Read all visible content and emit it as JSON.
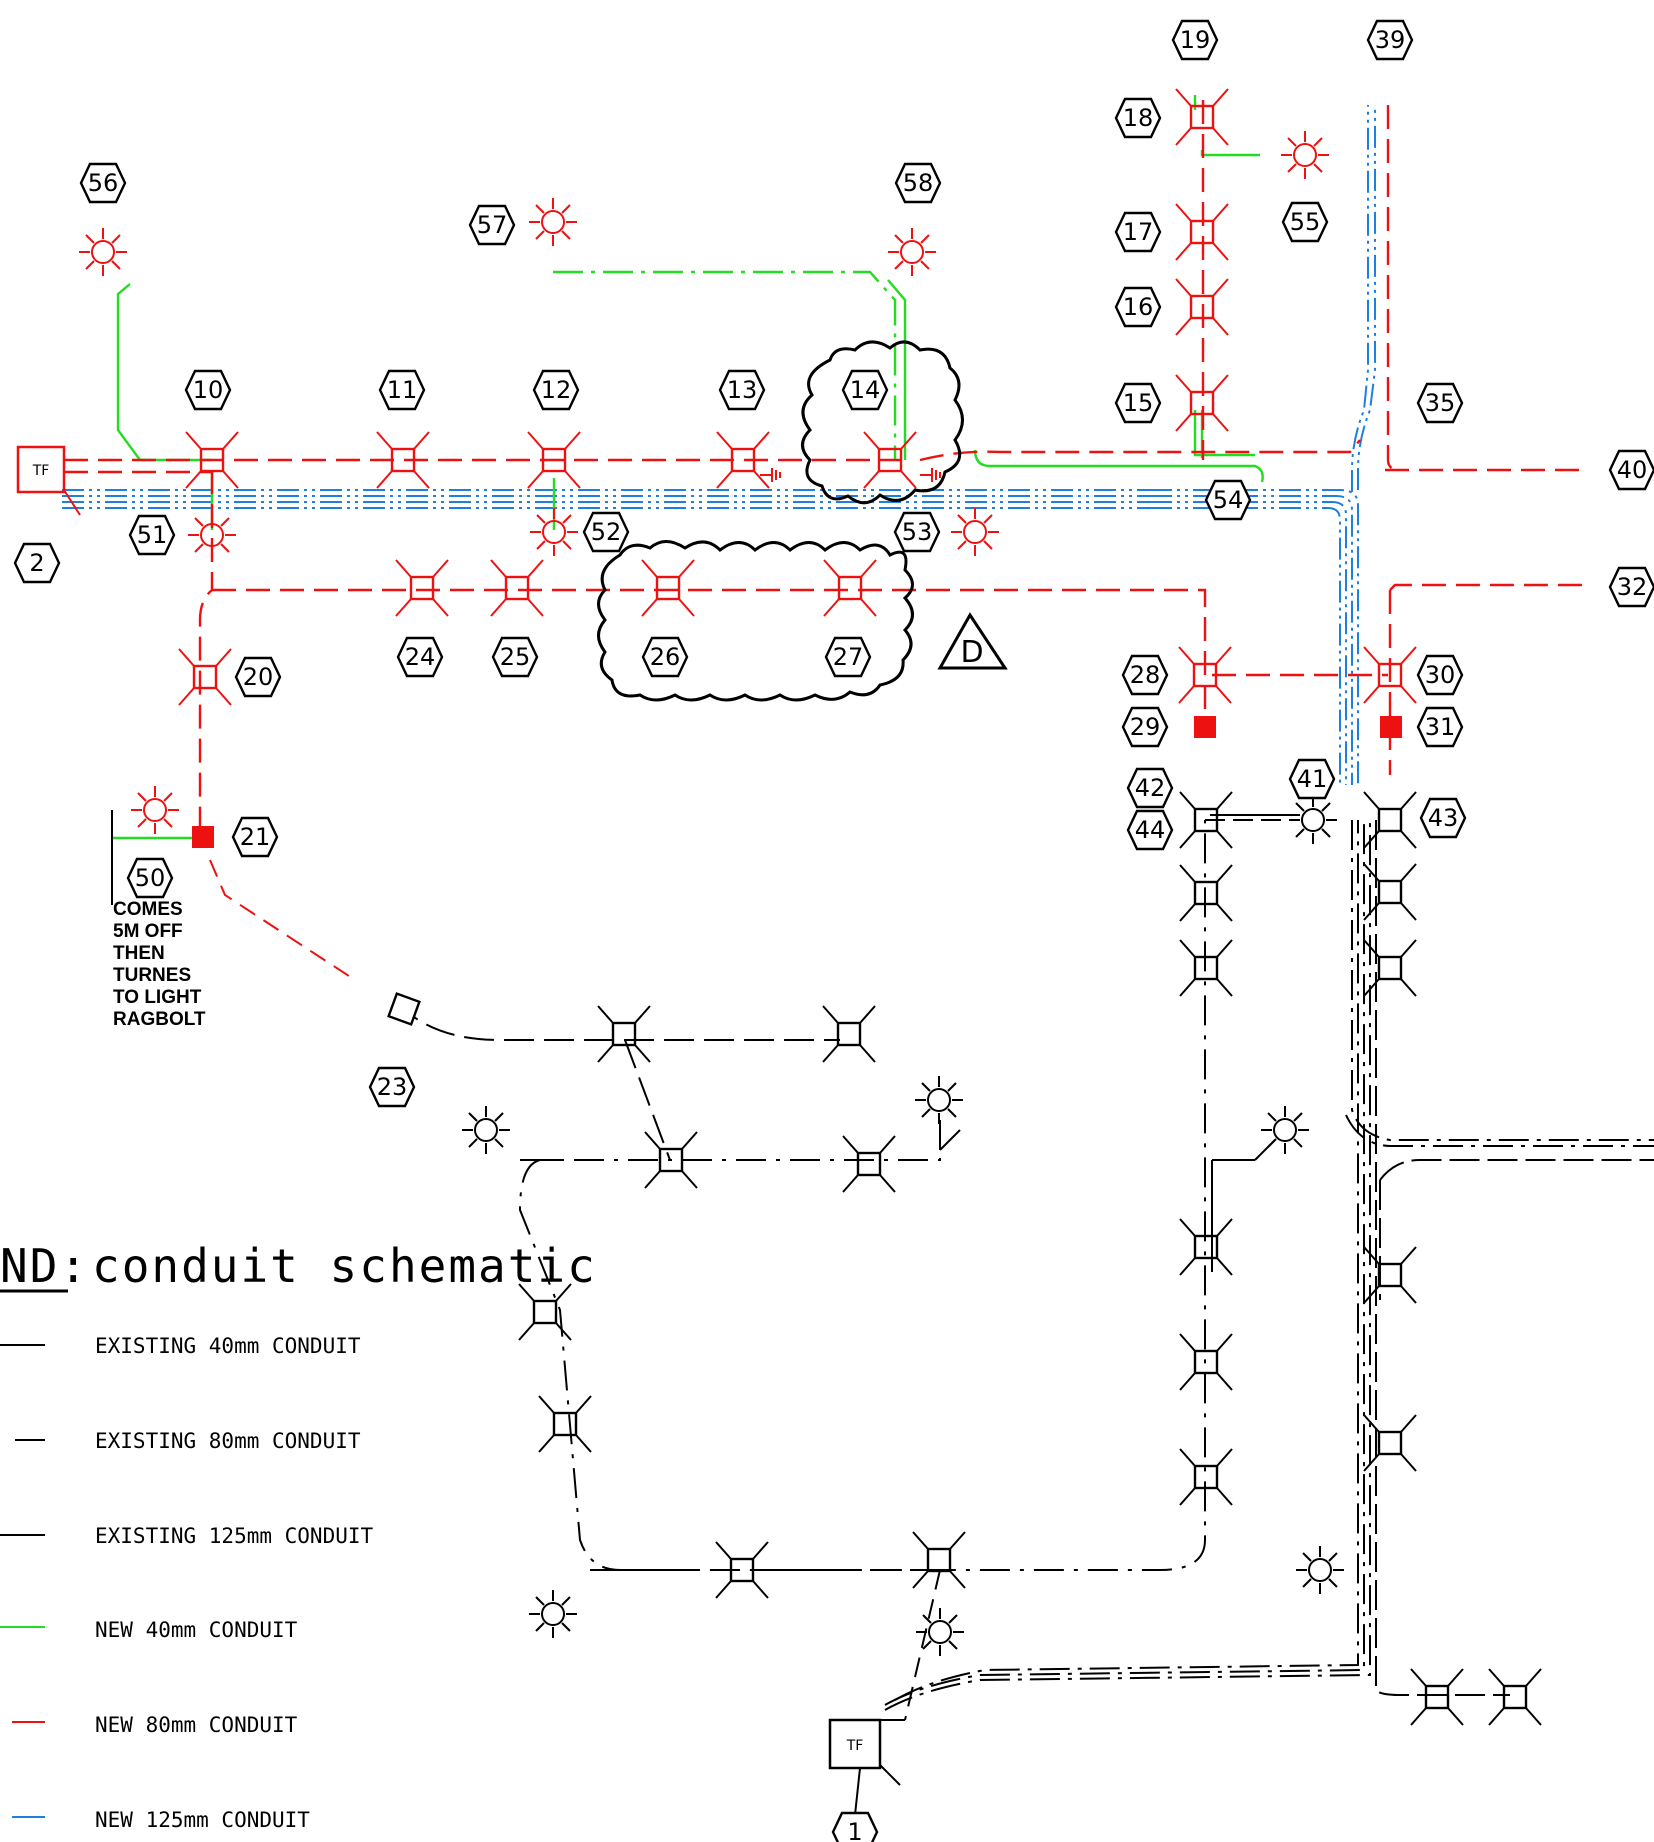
{
  "colors": {
    "existing": "#000000",
    "new_40mm": "#22dd22",
    "new_80mm": "#ee1111",
    "new_125mm": "#1f7fe0",
    "background": "#ffffff"
  },
  "node_labels": [
    "1",
    "2",
    "10",
    "11",
    "12",
    "13",
    "14",
    "15",
    "16",
    "17",
    "18",
    "19",
    "20",
    "21",
    "23",
    "24",
    "25",
    "26",
    "27",
    "28",
    "29",
    "30",
    "31",
    "32",
    "35",
    "39",
    "40",
    "41",
    "42",
    "43",
    "44",
    "50",
    "51",
    "52",
    "53",
    "54",
    "55",
    "56",
    "57",
    "58"
  ],
  "transformer_label": "TF",
  "revision_marker": "D",
  "note": {
    "lines": [
      "COMES",
      "5M OFF",
      "THEN",
      "TURNES",
      "TO LIGHT",
      "RAGBOLT"
    ]
  },
  "legend": {
    "title_partial": "ND:",
    "title_rest": "conduit schematic",
    "items": [
      {
        "label": "EXISTING 40mm CONDUIT",
        "color": "#000000"
      },
      {
        "label": "EXISTING 80mm CONDUIT",
        "color": "#000000"
      },
      {
        "label": "EXISTING 125mm CONDUIT",
        "color": "#000000"
      },
      {
        "label": "NEW 40mm CONDUIT",
        "color": "#22dd22"
      },
      {
        "label": "NEW 80mm CONDUIT",
        "color": "#ee1111"
      },
      {
        "label": "NEW 125mm CONDUIT",
        "color": "#1f7fe0"
      }
    ]
  }
}
